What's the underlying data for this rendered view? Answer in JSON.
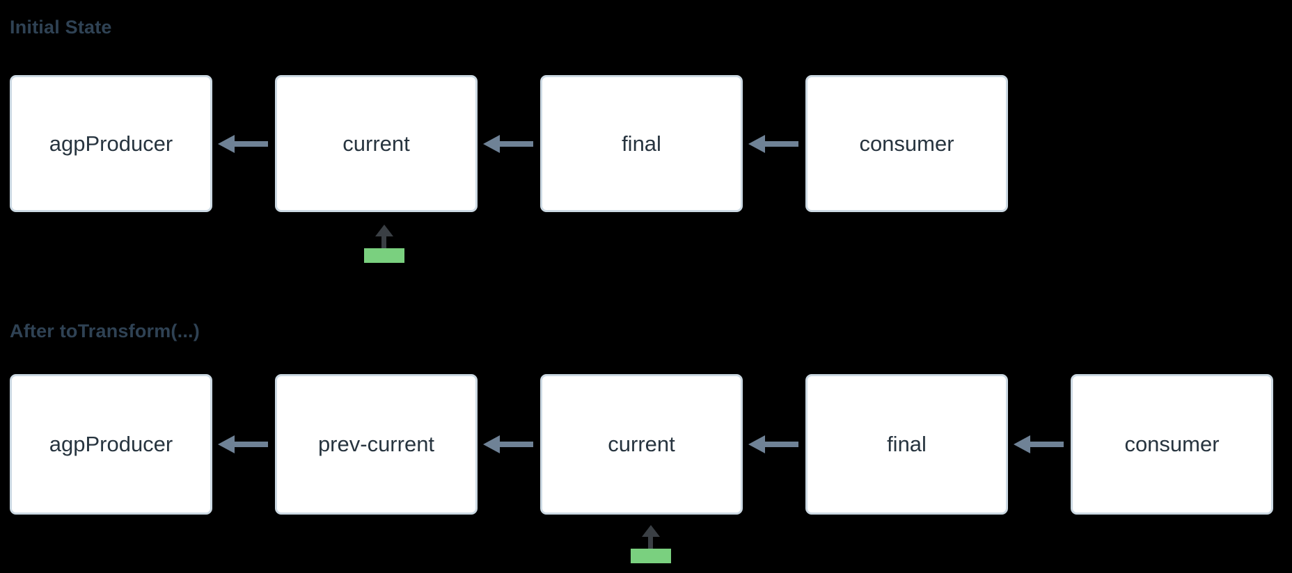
{
  "diagram": {
    "title_initial": "Initial State",
    "title_after": "After toTransform(...)",
    "background_color": "#000000",
    "node_fill": "#ffffff",
    "node_border_color": "#ccd9e3",
    "node_text_color": "#27343f",
    "arrow_color": "#6f8296",
    "marker_color": "#7ad07f",
    "title_color": "#2f4254"
  },
  "rows": [
    {
      "id": "initial",
      "title": "Initial State",
      "nodes": [
        {
          "label": "agpProducer"
        },
        {
          "label": "current"
        },
        {
          "label": "final"
        },
        {
          "label": "consumer"
        }
      ],
      "arrow_direction": "left",
      "marker": {
        "target_label": "current",
        "icon": "up-arrow-icon",
        "color": "#7ad07f"
      }
    },
    {
      "id": "after",
      "title": "After toTransform(...)",
      "nodes": [
        {
          "label": "agpProducer"
        },
        {
          "label": "prev-current"
        },
        {
          "label": "current"
        },
        {
          "label": "final"
        },
        {
          "label": "consumer"
        }
      ],
      "arrow_direction": "left",
      "marker": {
        "target_label": "current",
        "icon": "up-arrow-icon",
        "color": "#7ad07f"
      }
    }
  ]
}
